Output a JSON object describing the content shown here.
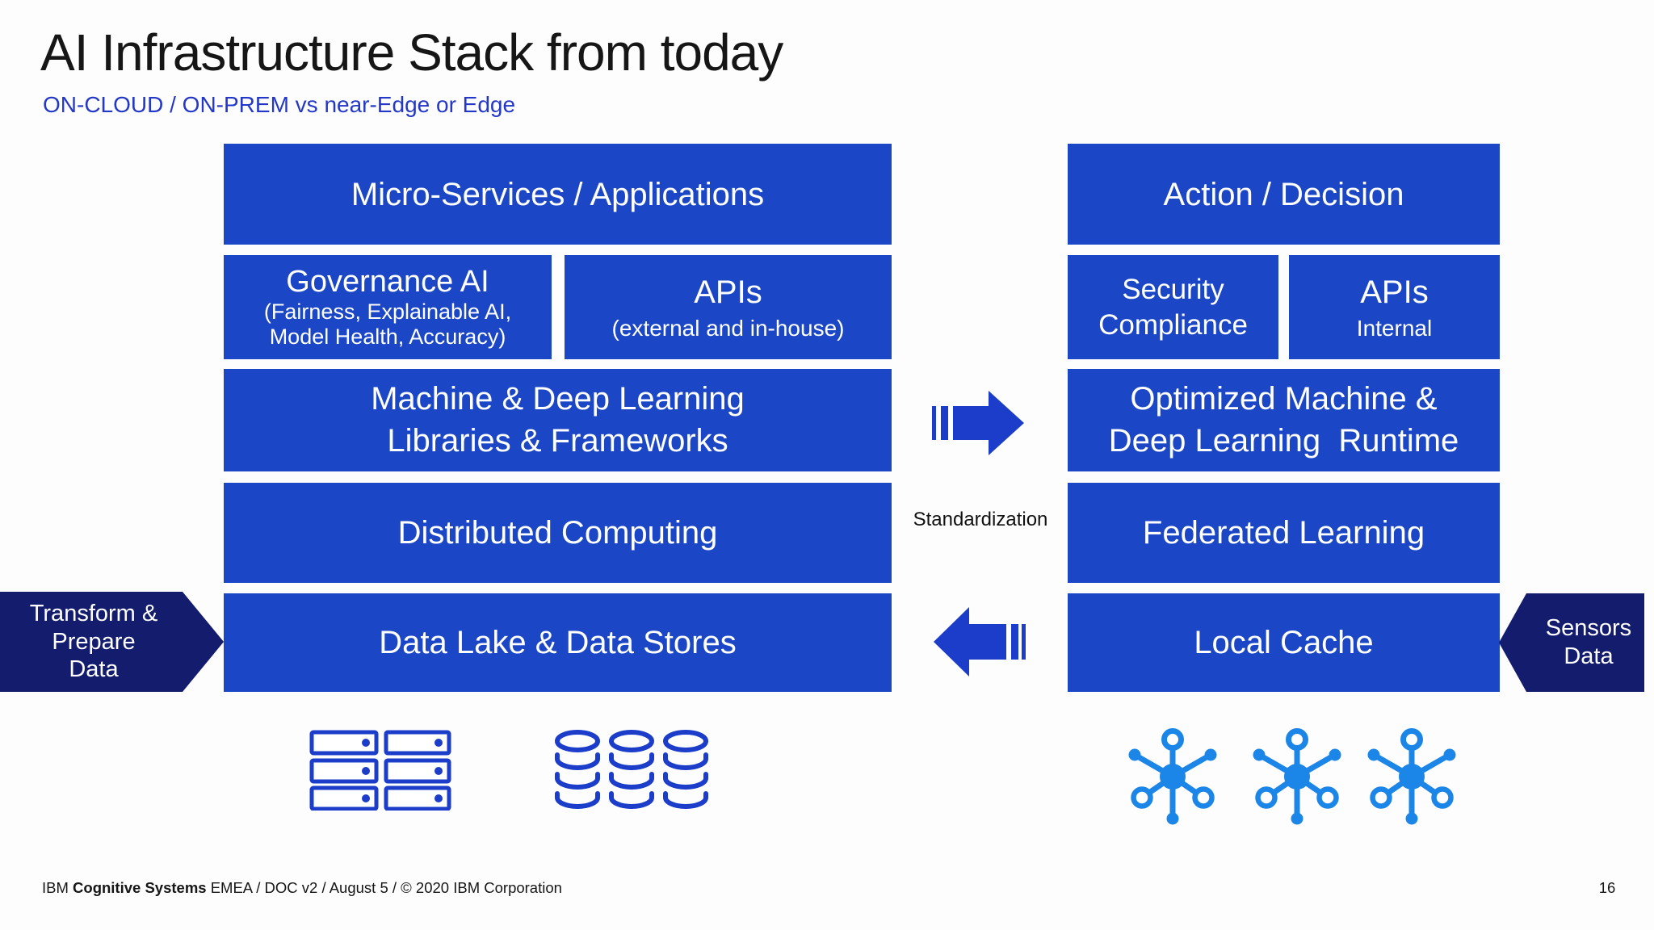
{
  "colors": {
    "block_blue": "#1b46c6",
    "navy": "#141c6e",
    "icon_blue": "#1b3dc9",
    "hub_blue": "#1b86e8",
    "subtitle_blue": "#2338c8",
    "text_dark": "#161616"
  },
  "slide": {
    "title": "AI Infrastructure Stack from today",
    "subtitle": "ON-CLOUD / ON-PREM vs near-Edge or Edge",
    "page_number": "16",
    "footer": {
      "prefix": "IBM ",
      "bold": "Cognitive Systems",
      "suffix": " EMEA / DOC v2 / August 5 / © 2020 IBM Corporation"
    }
  },
  "cloud_stack": {
    "microservices": "Micro-Services / Applications",
    "governance": {
      "title": "Governance AI",
      "sub_line1": "(Fairness, Explainable AI,",
      "sub_line2": "Model Health, Accuracy)"
    },
    "apis": {
      "title": "APIs",
      "sub": "(external and in-house)"
    },
    "ml_libraries": {
      "line1": "Machine & Deep Learning",
      "line2": "Libraries & Frameworks"
    },
    "distributed": "Distributed Computing",
    "data_lake": "Data Lake & Data Stores"
  },
  "edge_stack": {
    "action": "Action / Decision",
    "security": {
      "line1": "Security",
      "line2": "Compliance"
    },
    "apis": {
      "title": "APIs",
      "sub": "Internal"
    },
    "optimized": {
      "line1": "Optimized Machine &",
      "line2": "Deep Learning  Runtime"
    },
    "federated": "Federated Learning",
    "local_cache": "Local Cache"
  },
  "middle": {
    "standardization": "Standardization"
  },
  "chevron_left": {
    "line1": "Transform &",
    "line2": "Prepare",
    "line3": "Data"
  },
  "chevron_right": {
    "line1": "Sensors",
    "line2": "Data"
  },
  "icons": {
    "servers": "server-rack-icon",
    "databases": "database-stack-icon",
    "hubs": "network-hub-icon",
    "arrow_right": "arrow-right-icon",
    "arrow_left": "arrow-left-icon"
  }
}
